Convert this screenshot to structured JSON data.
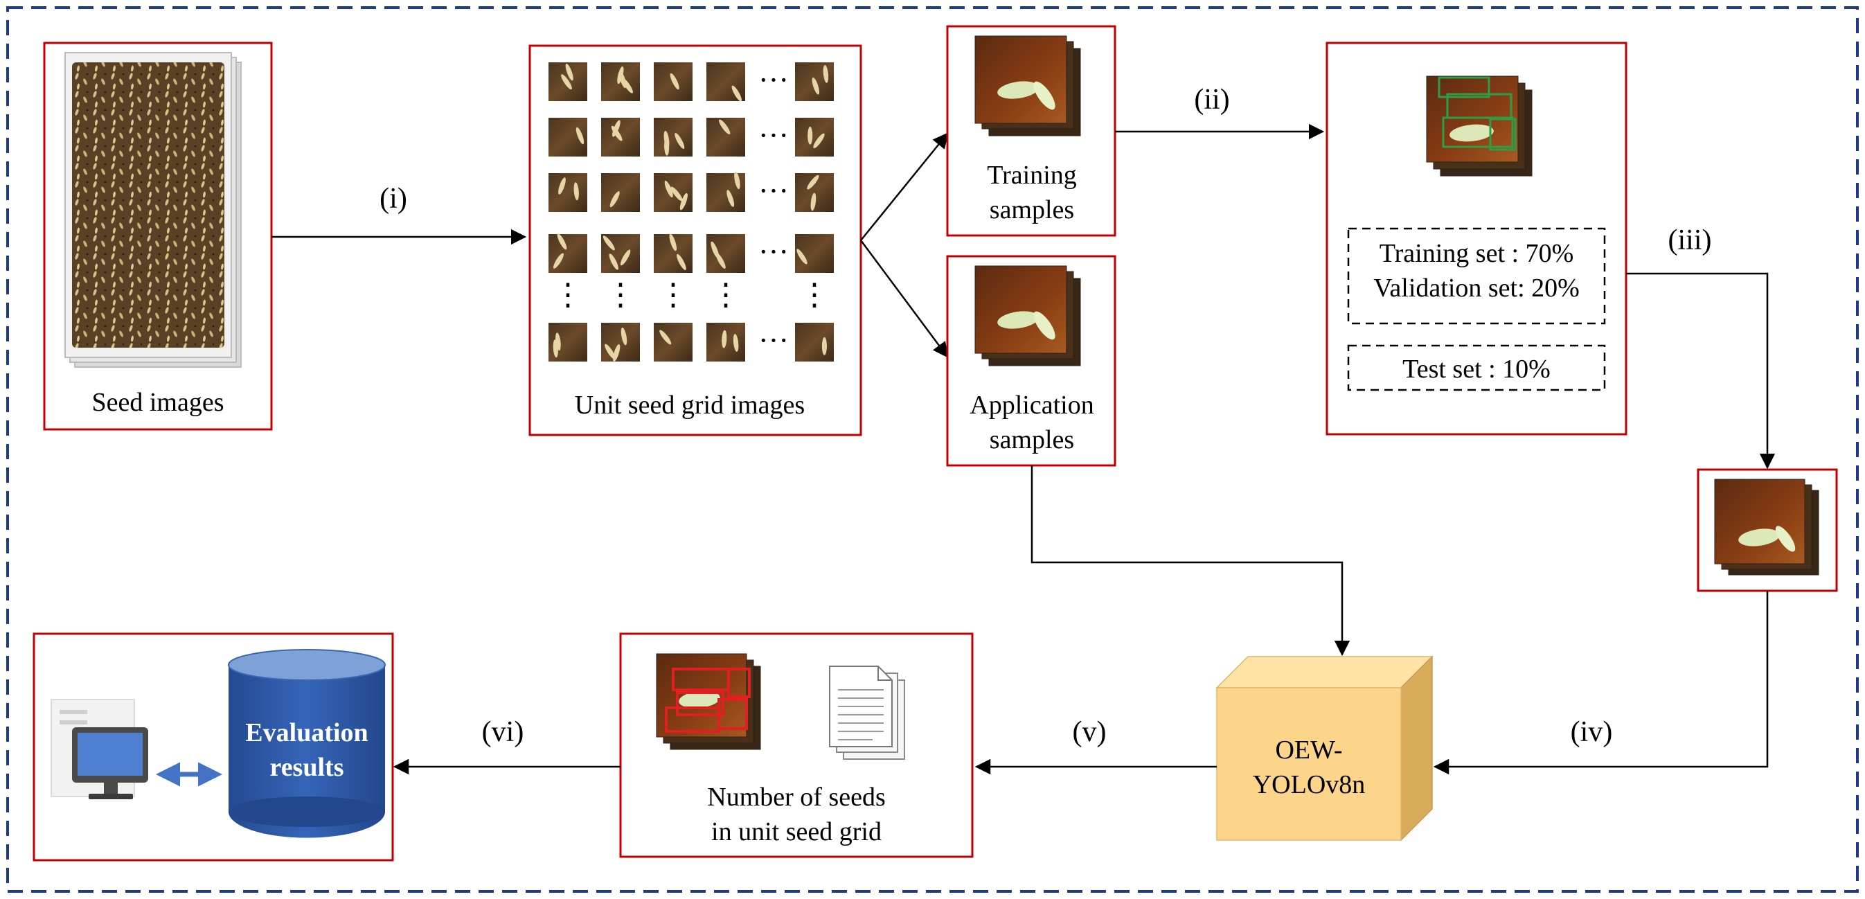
{
  "nodes": {
    "seed_images": "Seed images",
    "unit_grid": "Unit seed grid images",
    "training_samples": [
      "Training",
      "samples"
    ],
    "application_samples": [
      "Application",
      "samples"
    ],
    "split": {
      "train": "Training set : 70%",
      "val": "Validation set: 20%",
      "test": "Test set : 10%"
    },
    "model": [
      "OEW-",
      "YOLOv8n"
    ],
    "count": [
      "Number of seeds",
      "in unit seed grid"
    ],
    "evaluation": [
      "Evaluation",
      "results"
    ]
  },
  "steps": {
    "s1": "(i)",
    "s2": "(ii)",
    "s3": "(iii)",
    "s4": "(iv)",
    "s5": "(v)",
    "s6": "(vi)"
  },
  "grid_ellipsis": {
    "row": "···",
    "col": "⋮"
  },
  "colors": {
    "frame": "#1f3a8a",
    "box_border": "#c00000",
    "cylinder": "#2f5aa8",
    "cube": "#fcd58a",
    "bbox_green": "#2e9d45",
    "bbox_red": "#e02020"
  }
}
